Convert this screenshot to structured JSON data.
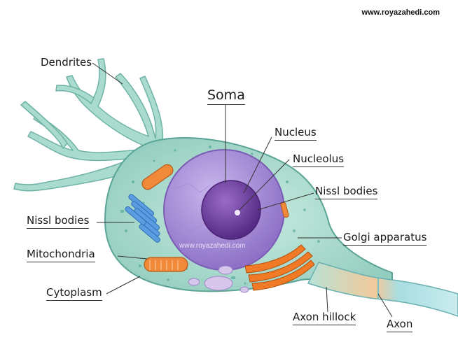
{
  "site_url": "www.royazahedi.com",
  "watermark": "www.royazahedi.com",
  "labels": {
    "dendrites": "Dendrites",
    "soma": "Soma",
    "nucleus": "Nucleus",
    "nucleolus": "Nucleolus",
    "nissl_right": "Nissl bodies",
    "nissl_left": "Nissl bodies",
    "golgi": "Golgi apparatus",
    "mitochondria": "Mitochondria",
    "cytoplasm": "Cytoplasm",
    "axon_hillock": "Axon hillock",
    "axon": "Axon"
  },
  "colors": {
    "cytoplasm": "#a9dccf",
    "cytoplasm_edge": "#6fb3a6",
    "nucleus": "#a88fd6",
    "nucleolus": "#6e3f9e",
    "nissl": "#4a8fd4",
    "mitochondria": "#f08a3a",
    "golgi": "#f07a26",
    "axon": "#9fd4d6"
  }
}
